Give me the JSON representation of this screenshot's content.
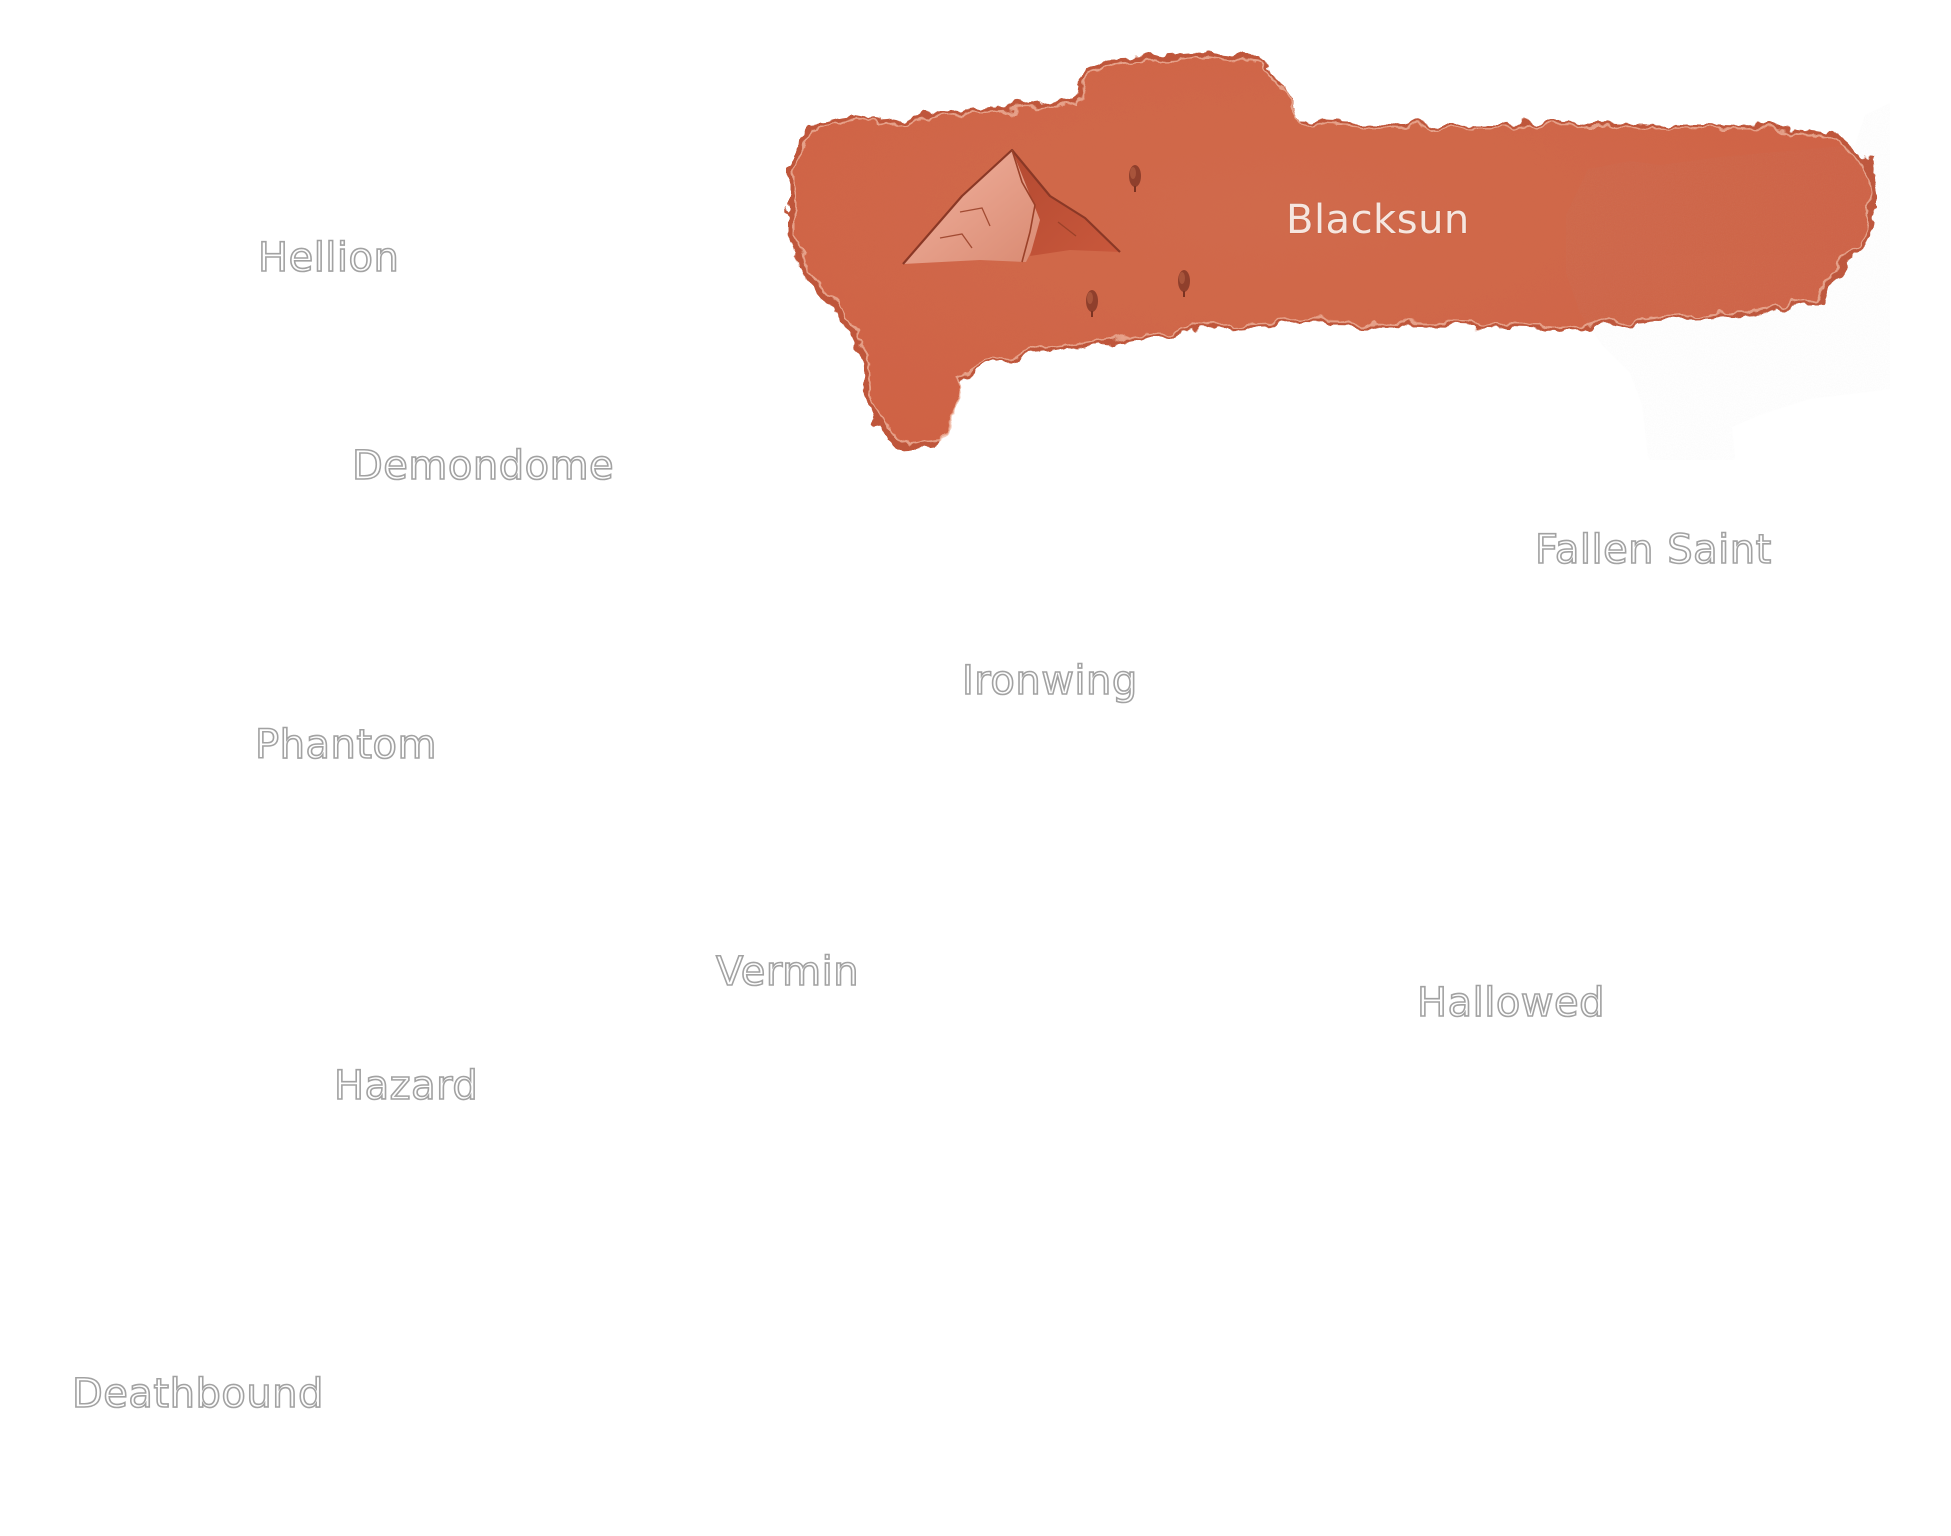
{
  "map": {
    "colors": {
      "background": "#ffffff",
      "region_fill": "#d4694a",
      "region_edge": "#b9533a",
      "region_inner_line": "#efb7a2",
      "mountain": "#c9583c",
      "tree": "#8f3f2c",
      "label_outline": "#a2a2a2"
    },
    "selected_region": "Blacksun",
    "regions": [
      {
        "id": "blacksun",
        "name": "Blacksun",
        "selected": true,
        "features": [
          "mountain-icon",
          "tree-icon",
          "tree-icon",
          "tree-icon"
        ]
      },
      {
        "id": "hellion",
        "name": "Hellion",
        "selected": false
      },
      {
        "id": "demondome",
        "name": "Demondome",
        "selected": false
      },
      {
        "id": "fallen-saint",
        "name": "Fallen Saint",
        "selected": false
      },
      {
        "id": "ironwing",
        "name": "Ironwing",
        "selected": false
      },
      {
        "id": "phantom",
        "name": "Phantom",
        "selected": false
      },
      {
        "id": "vermin",
        "name": "Vermin",
        "selected": false
      },
      {
        "id": "hallowed",
        "name": "Hallowed",
        "selected": false
      },
      {
        "id": "hazard",
        "name": "Hazard",
        "selected": false
      },
      {
        "id": "deathbound",
        "name": "Deathbound",
        "selected": false
      }
    ]
  }
}
